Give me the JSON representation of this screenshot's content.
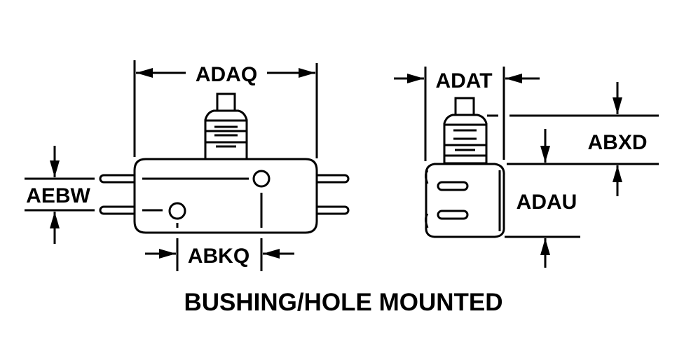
{
  "title": "BUSHING/HOLE MOUNTED",
  "dimensions": {
    "adaq": "ADAQ",
    "abkq": "ABKQ",
    "aebw": "AEBW",
    "adat": "ADAT",
    "abxd": "ABXD",
    "adau": "ADAU"
  }
}
